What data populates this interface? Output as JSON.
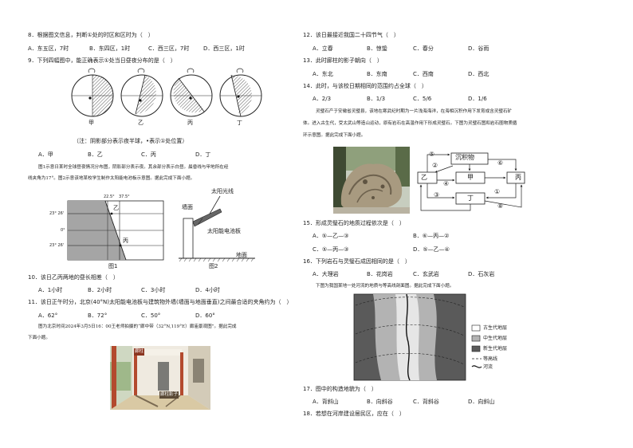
{
  "left": {
    "q8": {
      "stem": "8．根据图文信息，判断①处的时区和区时为（　）",
      "a": "A．东五区，7时",
      "b": "B．东四区，1时",
      "c": "C．西三区，7时",
      "d": "D．西三区，1时"
    },
    "q9": {
      "stem": "9．下列四幅图中，能正确表示①处当日昼夜分布的是（　）",
      "labels": [
        "甲",
        "乙",
        "丙",
        "丁"
      ],
      "note": "（注：阴影部分表示夜半球，•表示①处位置）",
      "a": "A．甲",
      "b": "B．乙",
      "c": "C．丙",
      "d": "D．丁"
    },
    "p1": {
      "line1": "图1示意日某时全球昼夜情况分布图，阴影部分表示夜。其余部分表示白昼。晨昏线与甲地所在经",
      "line2": "线夹角为17°。图2示意该地某校学生制作太阳能电池板示意图。据此完成下面小题。"
    },
    "fig1": {
      "top_lon_a": "22.5°",
      "top_lon_b": "37.5°",
      "lat_n": "23° 26'",
      "lat_eq": "0°",
      "lat_s": "23° 26'",
      "p_yi": "乙",
      "p_bing": "丙",
      "caption": "图1"
    },
    "fig2": {
      "sun": "太阳光线",
      "wall": "墙面",
      "panel": "太阳能电池板",
      "ground": "地面",
      "caption": "图2"
    },
    "q10": {
      "stem": "10．该日乙丙两地的昼长相差（　）",
      "a": "A．1小时",
      "b": "B．2小时",
      "c": "C．3小时",
      "d": "D．4小时"
    },
    "q11": {
      "stem": "11．该日正午时分，北京(40°N)太阳能电池板与建筑物外墙(墙面与地面垂直)之间最合适的夹角约为（　）",
      "a": "A．62°",
      "b": "B．72°",
      "c": "C．50°",
      "d": "D．60°"
    },
    "p2": {
      "line1": "图为北京时间2024年3月5日16：00王老师拍摄的“廊中带（32°N,119°E）廊庙景观图”。据此完成",
      "line2": "下面小题。"
    },
    "photo": {
      "tag1": "廊柱",
      "tag2": "廊柱影子"
    }
  },
  "right": {
    "q12": {
      "stem": "12．该日最接近我国二十四节气（　）",
      "a": "A．立春",
      "b": "B．惊蛰",
      "c": "C．春分",
      "d": "D．谷雨"
    },
    "q13": {
      "stem": "13．此时廊柱的影子朝向（　）",
      "a": "A．东北",
      "b": "B．东南",
      "c": "C．西南",
      "d": "D．西北"
    },
    "q14": {
      "stem": "14．此时，与该校日期相同的范围约占全球（　）",
      "a": "A．2/3",
      "b": "B．1/3",
      "c": "C．5/6",
      "d": "D．1/6"
    },
    "p3": {
      "line1": "灵璧石产于安徽省灵璧县，该地在寒武纪时期为一片浅海海洋，在海相沉积作用下发育成含灵璧石矿",
      "line2": "体。进入古生代，受太武山等造山运动，原有岩石在高温作用下形成灵璧石。下图为灵璧石图和岩石圈物质循",
      "line3": "环示意图。据此完成下面小题。"
    },
    "cycle": {
      "n5": "⑤",
      "n2": "②",
      "n6": "⑥",
      "n4": "④",
      "n3": "③",
      "n1": "①",
      "n8": "⑧",
      "sed": "沉积物",
      "jia": "甲",
      "yi": "乙",
      "bing": "丙",
      "ding": "丁"
    },
    "q15": {
      "stem": "15．形成灵璧石的地质过程依次是（　）",
      "a": "A．⑤—乙—③",
      "b": "B．⑥—丙—②",
      "c": "C．⑤—丙—③",
      "d": "D．⑤—乙—④"
    },
    "q16": {
      "stem": "16．下列岩石与灵璧石成因相同的是（　）",
      "a": "A．大理岩",
      "b": "B．花岗岩",
      "c": "C．玄武岩",
      "d": "D．石灰岩"
    },
    "p4": {
      "line1": "下图为我国某地一处河流的地质与等高线剖面图。据此完成下面小题。"
    },
    "geo": {
      "legend": [
        "古生代地层",
        "中生代地层",
        "新生代地层",
        "等高线",
        "河流"
      ]
    },
    "q17": {
      "stem": "17．图中的构造地貌为（　）",
      "a": "A．背斜山",
      "b": "B．向斜谷",
      "c": "C．背斜谷",
      "d": "D．向斜山"
    },
    "q18": {
      "stem": "18．若想在河岸建设居民区，应在（　）"
    }
  },
  "colors": {
    "shade": "#9a9a9a",
    "dark": "#555555",
    "photo_wall": "#d8d2c4"
  }
}
